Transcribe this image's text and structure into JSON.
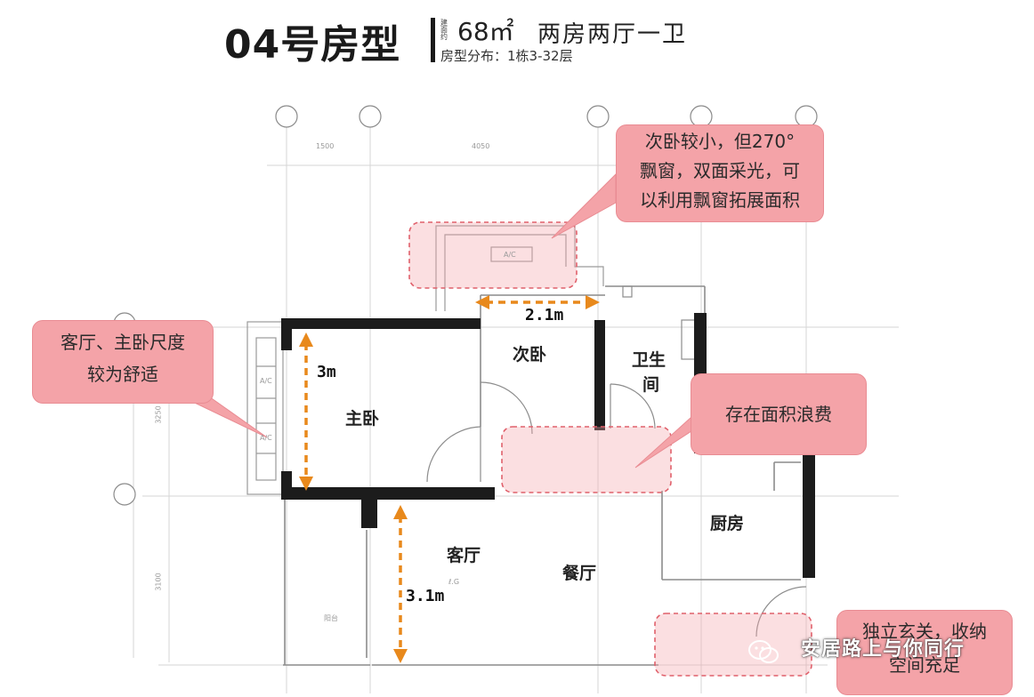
{
  "header": {
    "title": "04号房型",
    "area_label": "建面约",
    "area_value": "68㎡",
    "layout_name": "两房两厅一卫",
    "distribution": "房型分布：1栋3-32层"
  },
  "rooms": {
    "master_bedroom": "主卧",
    "second_bedroom": "次卧",
    "bathroom_line1": "卫生",
    "bathroom_line2": "间",
    "kitchen": "厨房",
    "living_room": "客厅",
    "dining_room": "餐厅"
  },
  "dimensions": {
    "master_bedroom": "3m",
    "second_bedroom": "2.1m",
    "living_room": "3.1m",
    "top_left": "1500",
    "top_middle": "4050",
    "left_upper": "3250",
    "left_lower": "3100"
  },
  "annotations": {
    "ac_label": "A/C",
    "small_label": "ℓ.G",
    "balcony_label": "阳台"
  },
  "callouts": {
    "second_bedroom_line1": "次卧较小，但270°",
    "second_bedroom_line2": "飘窗，双面采光，可",
    "second_bedroom_line3": "以利用飘窗拓展面积",
    "living_line1": "客厅、主卧尺度",
    "living_line2": "较为舒适",
    "waste": "存在面积浪费",
    "entrance_line1": "独立玄关，收纳",
    "entrance_line2": "空间充足"
  },
  "watermark": "安居路上与你同行",
  "colors": {
    "wall": "#1c1c1c",
    "dimension_arrow": "#e8891c",
    "callout_fill": "#f4a3a8",
    "highlight_dash": "#e0606b"
  }
}
